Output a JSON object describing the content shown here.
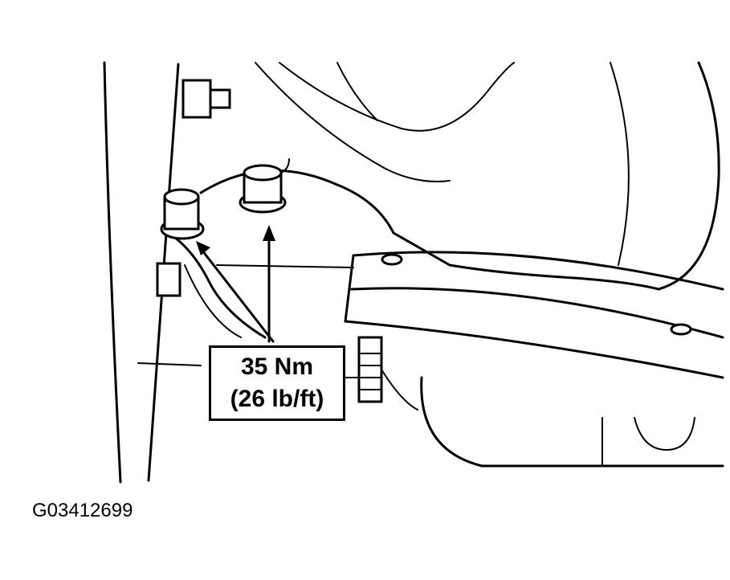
{
  "callout": {
    "torque_metric": "35 Nm",
    "torque_imperial": "(26 lb/ft)"
  },
  "figure": {
    "id": "G03412699"
  },
  "colors": {
    "ink": "#000000",
    "paper": "#ffffff"
  }
}
